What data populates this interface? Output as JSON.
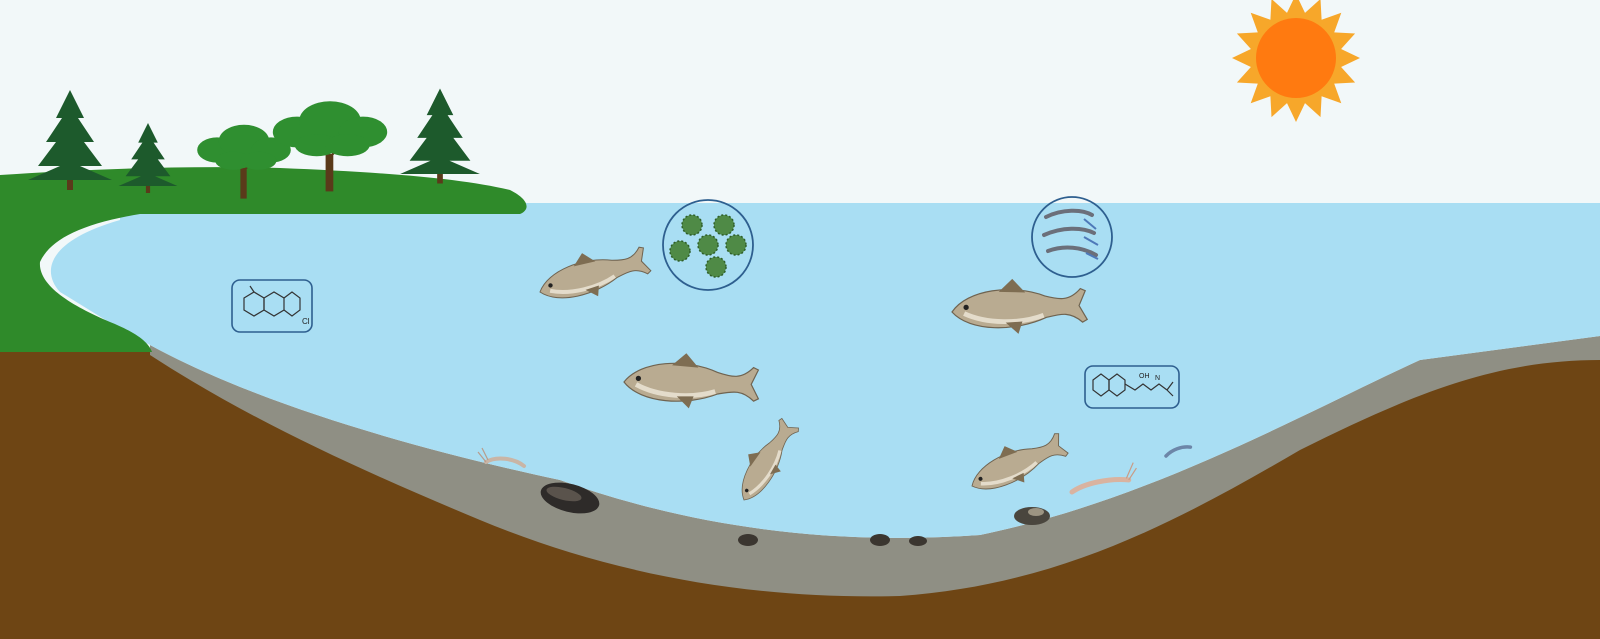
{
  "scene": {
    "sky_color": "#f2f8f9",
    "water_color": "#a9def3",
    "grass_color": "#2f8a2a",
    "sediment_color": "#8f8f84",
    "soil_color": "#6e4514",
    "sun_color": "#ff7a10",
    "sun_ray_color": "#f7a72a",
    "tree_colors": {
      "conifer": "#1d5a2c",
      "broadleaf": "#2f8f30",
      "trunk": "#5a3a1a"
    },
    "fish_colors": {
      "body": "#b9ab91",
      "belly": "#e4dccb",
      "fin": "#7e6d52"
    },
    "plankton_color": "#4f8a46",
    "chemical_frame_color": "#2e5f8f",
    "labels": {
      "chemical_left_atom": "Cl",
      "chemical_right_atom": "OH",
      "chemical_right_atom2": "N"
    }
  },
  "elements": {
    "sun": {
      "icon": "sun-icon"
    },
    "trees": [
      {
        "kind": "conifer",
        "icon": "conifer-tree-icon"
      },
      {
        "kind": "conifer",
        "icon": "conifer-tree-icon"
      },
      {
        "kind": "broadleaf",
        "icon": "broadleaf-tree-icon"
      },
      {
        "kind": "broadleaf",
        "icon": "broadleaf-tree-icon"
      },
      {
        "kind": "conifer",
        "icon": "conifer-tree-icon"
      }
    ],
    "fish": [
      {
        "name": "silver-carp-icon"
      },
      {
        "name": "common-carp-icon"
      },
      {
        "name": "grass-carp-icon"
      },
      {
        "name": "crucian-carp-icon"
      },
      {
        "name": "catfish-icon"
      }
    ],
    "insets": [
      {
        "name": "phytoplankton-inset"
      },
      {
        "name": "zooplankton-inset"
      },
      {
        "name": "chemical-structure-left"
      },
      {
        "name": "chemical-structure-right"
      }
    ],
    "benthos": [
      {
        "name": "shrimp-icon"
      },
      {
        "name": "mussel-icon"
      },
      {
        "name": "snail-icon"
      }
    ]
  }
}
